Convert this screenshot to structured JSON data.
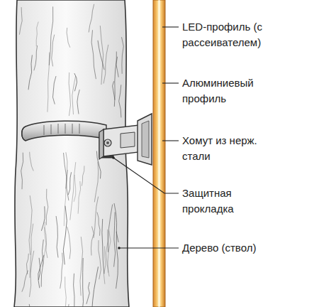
{
  "diagram": {
    "labels": [
      "LED-профиль (с рассеивателем)",
      "Алюминиевый профиль",
      "Хомут из нерж. стали",
      "Защитная прокладка",
      "Дерево (ствол)"
    ]
  }
}
